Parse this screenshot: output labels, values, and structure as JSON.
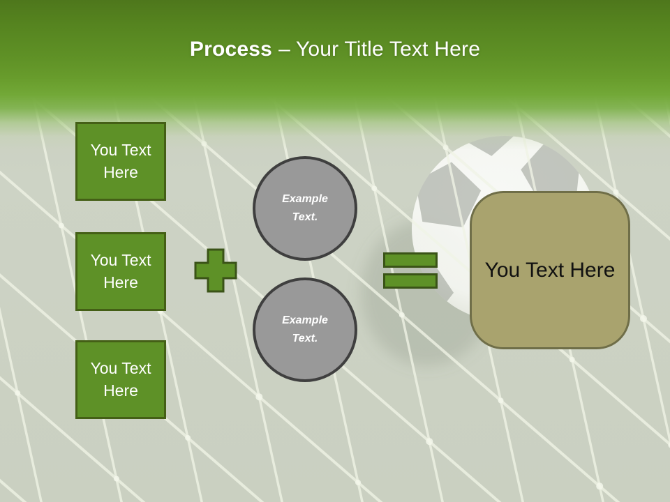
{
  "slide_title": {
    "bold_text": "Process",
    "regular_text": "– Your Title Text Here"
  },
  "left_column_boxes": [
    {
      "label": "You Text Here"
    },
    {
      "label": "You Text Here"
    },
    {
      "label": "You Text Here"
    }
  ],
  "middle_circles": [
    {
      "label": "Example Text."
    },
    {
      "label": "Example Text."
    }
  ],
  "result_box": {
    "label": "You Text Here"
  },
  "icons": {
    "plus_icon": "+",
    "equals_icon": "=",
    "soccer_ball_icon": "soccer-ball",
    "goal_net_icon": "goal-net"
  },
  "colors": {
    "accent_green": "#5e9127",
    "green_border": "#445f16",
    "operator_border": "#3a5317",
    "circle_gray": "#999999",
    "circle_border": "#3f3f3f",
    "result_khaki": "#a9a36e",
    "result_border": "#6f6e48",
    "header_green_dark": "#4e771c",
    "header_green_light": "#72a837",
    "background_pale": "#cdd3c5",
    "text_white": "#ffffff",
    "text_black": "#111111"
  }
}
